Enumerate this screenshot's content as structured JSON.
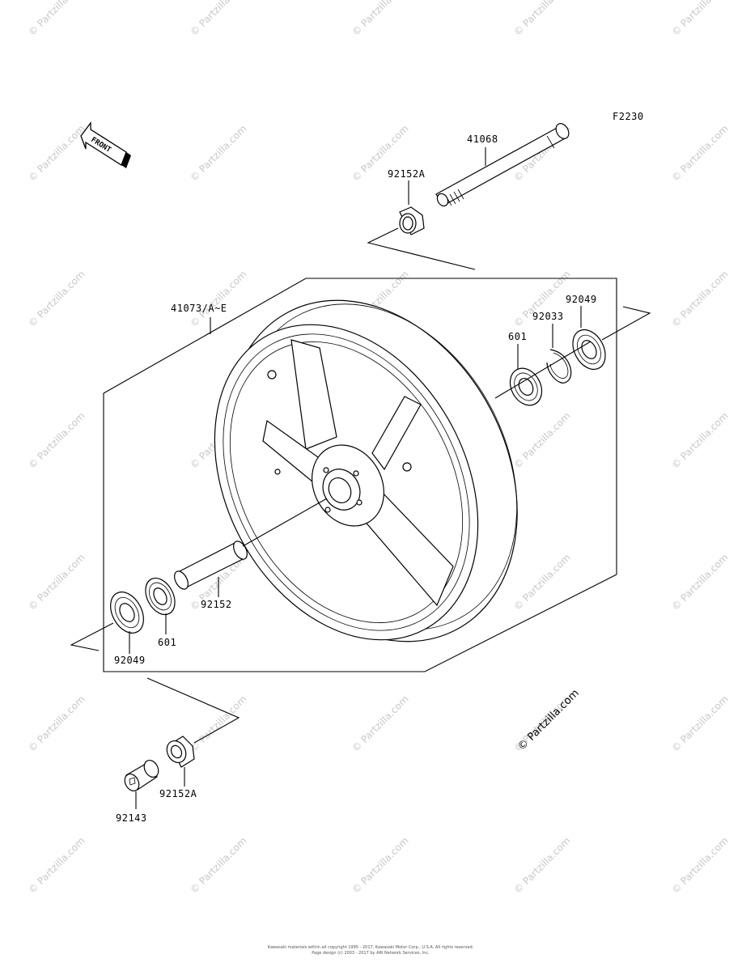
{
  "diagram_code": "F2230",
  "front_label": "FRONT",
  "watermark": "© Partzilla.com",
  "callouts": {
    "axle": "41068",
    "collar_top": "92152A",
    "wheel": "41073/A~E",
    "seal_right": "92049",
    "circlip": "92033",
    "bearing_right": "601",
    "spacer": "92152",
    "bearing_left": "601",
    "seal_left": "92049",
    "collar_bottom": "92152A",
    "collar_92143": "92143"
  },
  "footer": {
    "line1": "Kawasaki materials within all copyright 1995 - 2017, Kawasaki Motor Corp., U.S.A. All rights reserved.",
    "line2": "Page design (c) 2003 - 2017 by ARI Network Services, Inc."
  }
}
